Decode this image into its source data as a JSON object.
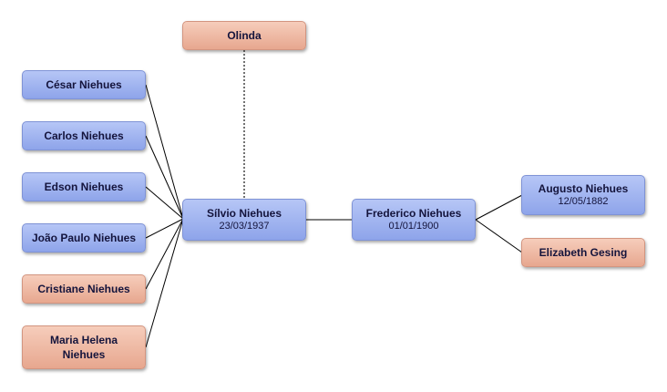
{
  "people": {
    "olinda": {
      "name": "Olinda"
    },
    "cesar": {
      "name": "César Niehues"
    },
    "carlos": {
      "name": "Carlos Niehues"
    },
    "edson": {
      "name": "Edson Niehues"
    },
    "joao_paulo": {
      "name": "João Paulo Niehues"
    },
    "cristiane": {
      "name": "Cristiane Niehues"
    },
    "maria_helena": {
      "name": "Maria Helena Niehues"
    },
    "silvio": {
      "name": "Sílvio Niehues",
      "date": "23/03/1937"
    },
    "frederico": {
      "name": "Frederico Niehues",
      "date": "01/01/1900"
    },
    "augusto": {
      "name": "Augusto Niehues",
      "date": "12/05/1882"
    },
    "elizabeth": {
      "name": "Elizabeth Gesing"
    }
  },
  "colors": {
    "male_node": "#9fb3ef",
    "female_node": "#efb8a2",
    "edge": "#000000"
  }
}
